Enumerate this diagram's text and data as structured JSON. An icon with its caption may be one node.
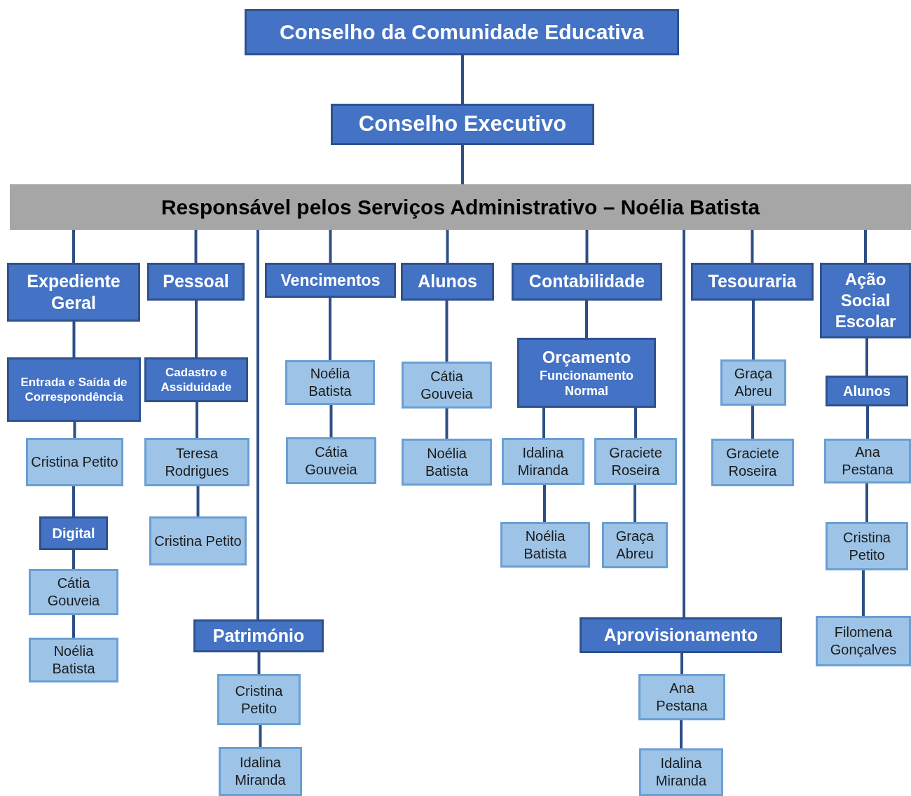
{
  "diagram": {
    "nodes": [
      {
        "text": [
          "Conselho da Comunidade Educativa"
        ]
      },
      {
        "text": [
          "Conselho Executivo"
        ]
      },
      {
        "text": [
          "Responsável pelos Serviços Administrativo – Noélia Batista"
        ]
      },
      {
        "text": [
          "Expediente Geral"
        ]
      },
      {
        "text": [
          "Pessoal"
        ]
      },
      {
        "text": [
          "Vencimentos"
        ]
      },
      {
        "text": [
          "Alunos"
        ]
      },
      {
        "text": [
          "Contabilidade"
        ]
      },
      {
        "text": [
          "Tesouraria"
        ]
      },
      {
        "text": [
          "Ação Social Escolar"
        ]
      },
      {
        "text": [
          "Entrada e Saída de Correspondência"
        ]
      },
      {
        "text": [
          "Cadastro e Assiduidade"
        ]
      },
      {
        "text": [
          "Noélia Batista"
        ]
      },
      {
        "text": [
          "Cátia Gouveia"
        ]
      },
      {
        "text": [
          "Orçamento",
          "Funcionamento Normal"
        ]
      },
      {
        "text": [
          "Graça Abreu"
        ]
      },
      {
        "text": [
          "Alunos"
        ]
      },
      {
        "text": [
          "Cristina Petito"
        ]
      },
      {
        "text": [
          "Teresa Rodrigues"
        ]
      },
      {
        "text": [
          "Cátia Gouveia"
        ]
      },
      {
        "text": [
          "Noélia Batista"
        ]
      },
      {
        "text": [
          "Idalina Miranda"
        ]
      },
      {
        "text": [
          "Graciete Roseira"
        ]
      },
      {
        "text": [
          "Graciete Roseira"
        ]
      },
      {
        "text": [
          "Ana Pestana"
        ]
      },
      {
        "text": [
          "Digital"
        ]
      },
      {
        "text": [
          "Cristina Petito"
        ]
      },
      {
        "text": [
          "Noélia Batista"
        ]
      },
      {
        "text": [
          "Graça Abreu"
        ]
      },
      {
        "text": [
          "Cristina Petito"
        ]
      },
      {
        "text": [
          "Cátia Gouveia"
        ]
      },
      {
        "text": [
          "Património"
        ]
      },
      {
        "text": [
          "Aprovisionamento"
        ]
      },
      {
        "text": [
          "Filomena Gonçalves"
        ]
      },
      {
        "text": [
          "Noélia Batista"
        ]
      },
      {
        "text": [
          "Cristina Petito"
        ]
      },
      {
        "text": [
          "Ana Pestana"
        ]
      },
      {
        "text": [
          "Idalina Miranda"
        ]
      },
      {
        "text": [
          "Idalina Miranda"
        ]
      }
    ],
    "edges": [
      {
        "from": 0,
        "to": 1,
        "arrow": "none"
      },
      {
        "from": 1,
        "to": 2,
        "arrow": "none"
      },
      {
        "from": 2,
        "to": 3,
        "arrow": "none"
      },
      {
        "from": 2,
        "to": 4,
        "arrow": "none"
      },
      {
        "from": 2,
        "to": 5,
        "arrow": "none"
      },
      {
        "from": 2,
        "to": 6,
        "arrow": "none"
      },
      {
        "from": 2,
        "to": 7,
        "arrow": "none"
      },
      {
        "from": 2,
        "to": 8,
        "arrow": "none"
      },
      {
        "from": 2,
        "to": 9,
        "arrow": "none"
      },
      {
        "from": 2,
        "to": 31,
        "arrow": "none"
      },
      {
        "from": 2,
        "to": 32,
        "arrow": "none"
      },
      {
        "from": 3,
        "to": 10,
        "arrow": "none"
      },
      {
        "from": 10,
        "to": 17,
        "arrow": "none"
      },
      {
        "from": 17,
        "to": 25,
        "arrow": "none"
      },
      {
        "from": 25,
        "to": 30,
        "arrow": "none"
      },
      {
        "from": 30,
        "to": 34,
        "arrow": "none"
      },
      {
        "from": 4,
        "to": 11,
        "arrow": "none"
      },
      {
        "from": 11,
        "to": 18,
        "arrow": "none"
      },
      {
        "from": 18,
        "to": 26,
        "arrow": "none"
      },
      {
        "from": 5,
        "to": 12,
        "arrow": "none"
      },
      {
        "from": 12,
        "to": 19,
        "arrow": "none"
      },
      {
        "from": 6,
        "to": 13,
        "arrow": "none"
      },
      {
        "from": 13,
        "to": 20,
        "arrow": "none"
      },
      {
        "from": 7,
        "to": 14,
        "arrow": "none"
      },
      {
        "from": 14,
        "to": 21,
        "arrow": "none"
      },
      {
        "from": 14,
        "to": 22,
        "arrow": "none"
      },
      {
        "from": 21,
        "to": 27,
        "arrow": "none"
      },
      {
        "from": 22,
        "to": 28,
        "arrow": "none"
      },
      {
        "from": 8,
        "to": 15,
        "arrow": "none"
      },
      {
        "from": 15,
        "to": 23,
        "arrow": "none"
      },
      {
        "from": 9,
        "to": 16,
        "arrow": "none"
      },
      {
        "from": 16,
        "to": 24,
        "arrow": "none"
      },
      {
        "from": 24,
        "to": 29,
        "arrow": "none"
      },
      {
        "from": 29,
        "to": 33,
        "arrow": "none"
      },
      {
        "from": 31,
        "to": 35,
        "arrow": "none"
      },
      {
        "from": 35,
        "to": 37,
        "arrow": "none"
      },
      {
        "from": 32,
        "to": 36,
        "arrow": "none"
      },
      {
        "from": 36,
        "to": 38,
        "arrow": "none"
      }
    ]
  }
}
